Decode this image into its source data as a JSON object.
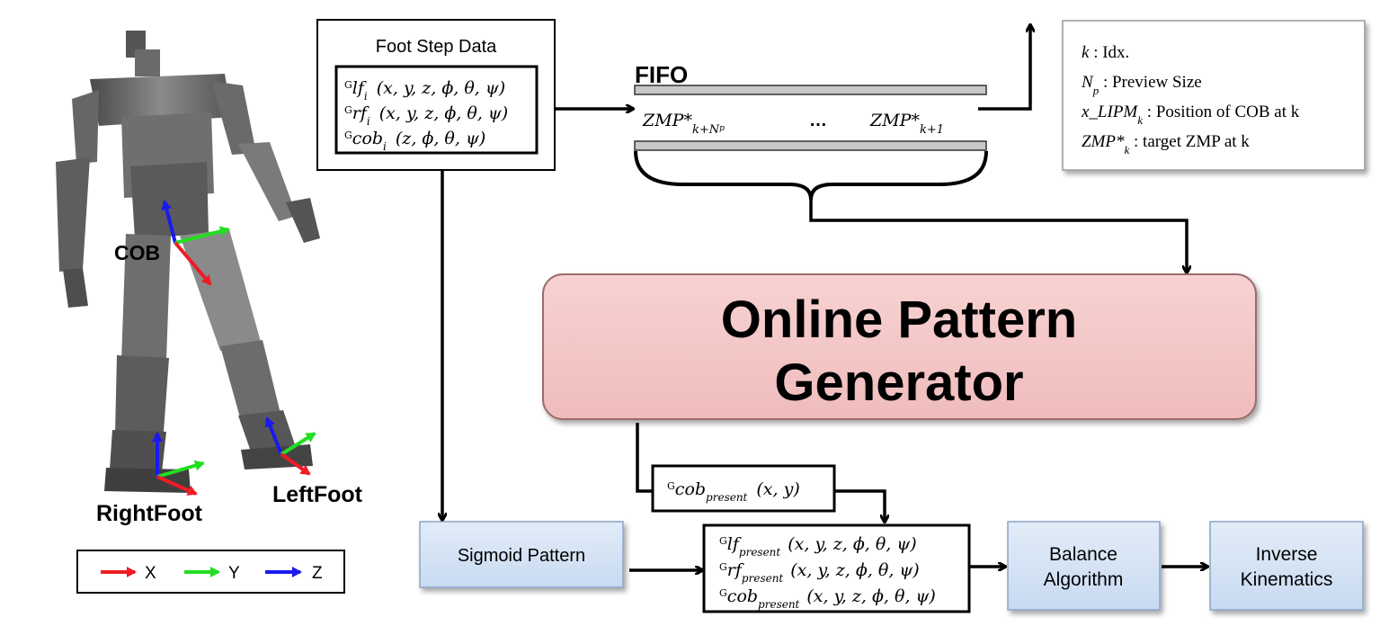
{
  "robot": {
    "labels": {
      "cob": "COB",
      "right_foot": "RightFoot",
      "left_foot": "LeftFoot"
    },
    "legend": [
      {
        "label": "X",
        "color": "#ee1c24"
      },
      {
        "label": "Y",
        "color": "#22dd22"
      },
      {
        "label": "Z",
        "color": "#1a1aee"
      }
    ]
  },
  "foot_step": {
    "title": "Foot Step Data",
    "lines": [
      {
        "sup": "G",
        "name": "lf",
        "sub": "i",
        "args": "(x, y, z, ϕ, θ, ψ)"
      },
      {
        "sup": "G",
        "name": "rf",
        "sub": "i",
        "args": "(x, y, z, ϕ, θ, ψ)"
      },
      {
        "sup": "G",
        "name": "cob",
        "sub": "i",
        "args": "(z, ϕ, θ, ψ)"
      }
    ]
  },
  "fifo": {
    "label": "FIFO",
    "left_item": {
      "base": "ZMP*",
      "sub": "k+N",
      "subsub": "p"
    },
    "ellipsis": "…",
    "right_item": {
      "base": "ZMP*",
      "sub": "k+1"
    }
  },
  "legend_box": {
    "lines": [
      {
        "sym": "k",
        "sub": "",
        "text": " : Idx."
      },
      {
        "sym": "N",
        "sub": "p",
        "text": " : Preview Size"
      },
      {
        "sym": "x_LIPM",
        "sub": "k",
        "text": " : Position of COB at k"
      },
      {
        "sym": "ZMP*",
        "sub": "k",
        "text": " : target ZMP at k"
      }
    ]
  },
  "generator": {
    "line1": "Online Pattern",
    "line2": "Generator"
  },
  "cob_present": {
    "sup": "G",
    "name": "cob",
    "sub": "present",
    "args": "(x, y)"
  },
  "present_box": {
    "lines": [
      {
        "sup": "G",
        "name": "lf",
        "sub": "present",
        "args": "(x, y, z, ϕ, θ, ψ)"
      },
      {
        "sup": "G",
        "name": "rf",
        "sub": "present",
        "args": "(x, y, z, ϕ, θ, ψ)"
      },
      {
        "sup": "G",
        "name": "cob",
        "sub": "present",
        "args": "(x, y, z, ϕ, θ, ψ)"
      }
    ]
  },
  "blocks": {
    "sigmoid": "Sigmoid Pattern",
    "balance": [
      "Balance",
      "Algorithm"
    ],
    "inverse": [
      "Inverse",
      "Kinematics"
    ]
  },
  "colors": {
    "block_fill": "#d3e3f6",
    "block_stroke": "#8aa5c7",
    "generator_fill": "#f4c6c6",
    "generator_stroke": "#9a6c6c",
    "line": "#000000",
    "fifo_bar": "#c8c8c8"
  }
}
